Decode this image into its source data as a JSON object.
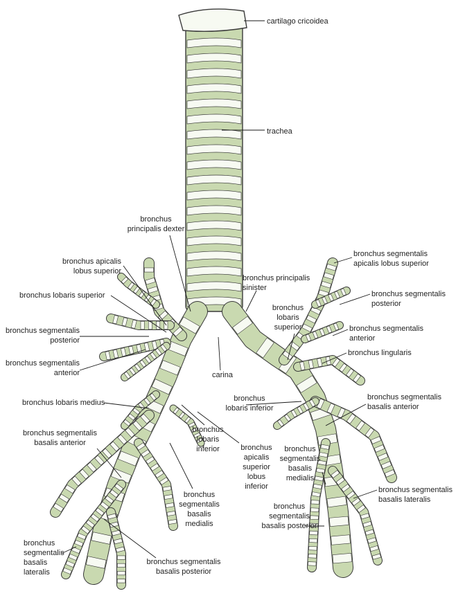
{
  "labels": {
    "cartilago_cricoidea": [
      "cartilago cricoidea"
    ],
    "trachea": [
      "trachea"
    ],
    "bronchus_principalis_dexter": [
      "bronchus",
      "principalis dexter"
    ],
    "bronchus_apicalis_lobus_superior": [
      "bronchus apicalis",
      "lobus superior"
    ],
    "bronchus_lobaris_superior": [
      "bronchus lobaris superior"
    ],
    "bronchus_segmentalis_posterior_r": [
      "bronchus segmentalis",
      "posterior"
    ],
    "bronchus_segmentalis_anterior_r": [
      "bronchus segmentalis",
      "anterior"
    ],
    "carina": [
      "carina"
    ],
    "bronchus_lobaris_medius": [
      "bronchus lobaris medius"
    ],
    "bronchus_segmentalis_basalis_anterior_r": [
      "bronchus segmentalis",
      "basalis anterior"
    ],
    "bronchus_lobaris_inferior_r": [
      "bronchus",
      "lobaris",
      "inferior"
    ],
    "bronchus_segmentalis_basalis_medialis_r": [
      "bronchus",
      "segmentalis",
      "basalis",
      "medialis"
    ],
    "bronchus_segmentalis_basalis_lateralis_r": [
      "bronchus",
      "segmentalis",
      "basalis",
      "lateralis"
    ],
    "bronchus_segmentalis_basalis_posterior_r": [
      "bronchus segmentalis",
      "basalis posterior"
    ],
    "bronchus_apicalis_superior_lobus_inferior": [
      "bronchus",
      "apicalis",
      "superior",
      "lobus",
      "inferior"
    ],
    "bronchus_principalis_sinister": [
      "bronchus principalis",
      "sinister"
    ],
    "bronchus_lobaris_superior_l": [
      "bronchus",
      "lobaris",
      "superior"
    ],
    "bronchus_lobaris_inferior_l": [
      "bronchus",
      "lobaris inferior"
    ],
    "bronchus_segmentalis_apicalis_lobus_superior_l": [
      "bronchus segmentalis",
      "apicalis lobus superior"
    ],
    "bronchus_segmentalis_posterior_l": [
      "bronchus segmentalis",
      "posterior"
    ],
    "bronchus_segmentalis_anterior_l": [
      "bronchus segmentalis",
      "anterior"
    ],
    "bronchus_lingularis": [
      "bronchus lingularis"
    ],
    "bronchus_segmentalis_basalis_anterior_l": [
      "bronchus segmentalis",
      "basalis anterior"
    ],
    "bronchus_segmentalis_basalis_medialis_l": [
      "bronchus",
      "segmentalis",
      "basalis",
      "medialis"
    ],
    "bronchus_segmentalis_basalis_lateralis_l": [
      "bronchus segmentalis",
      "basalis lateralis"
    ],
    "bronchus_segmentalis_basalis_posterior_l": [
      "bronchus",
      "segmentalis",
      "basalis posterior"
    ]
  },
  "colors": {
    "cartilage_fill": "#f7faf2",
    "membrane_fill": "#c9d9b0",
    "outline": "#3a3a3a",
    "leader_line": "#1a1a1a",
    "text": "#222222"
  }
}
